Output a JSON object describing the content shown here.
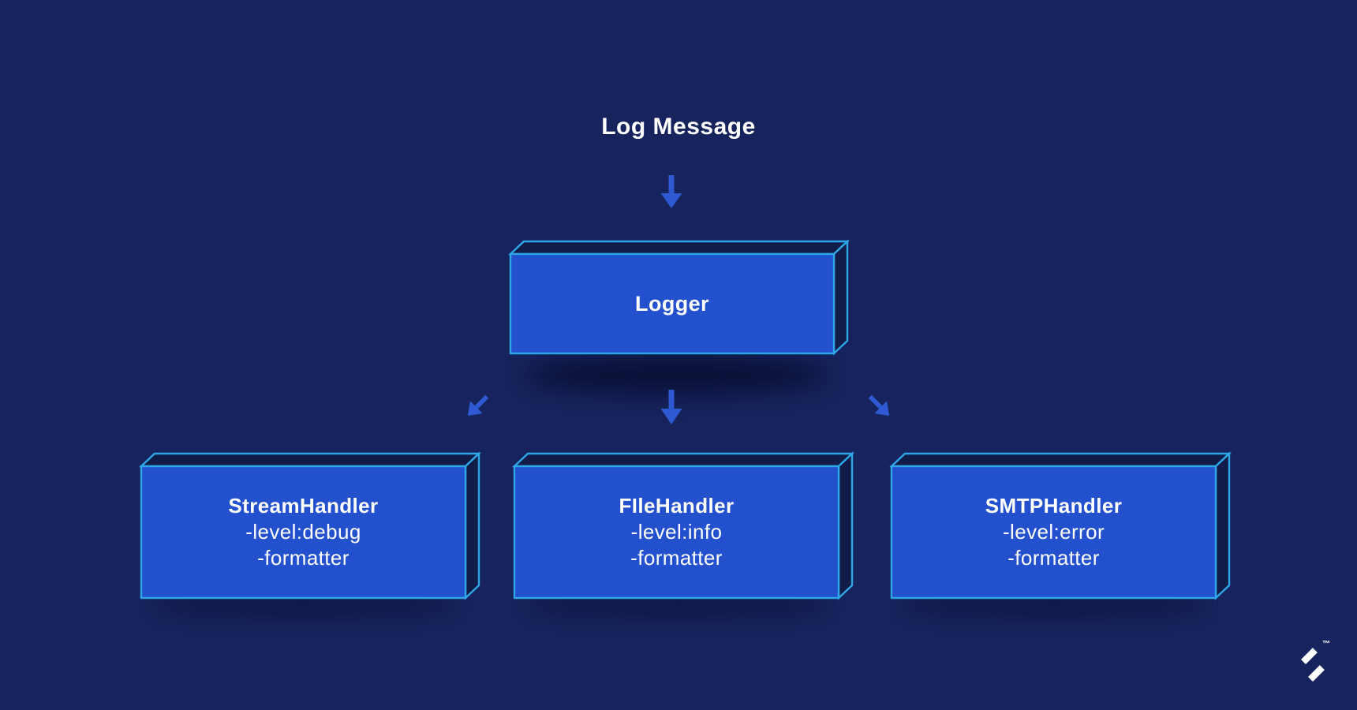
{
  "theme": {
    "background": "#16235C",
    "box_fill": "#2351CE",
    "box_outline": "#2EA7E8",
    "face_fill": "#111C49",
    "arrow_color": "#2D5AD2",
    "text_color": "#FFFFFF"
  },
  "diagram": {
    "title": "Log Message",
    "logger": {
      "label": "Logger"
    },
    "handlers": [
      {
        "name": "StreamHandler",
        "attributes": [
          "-level:debug",
          "-formatter"
        ]
      },
      {
        "name": "FIleHandler",
        "attributes": [
          "-level:info",
          "-formatter"
        ]
      },
      {
        "name": "SMTPHandler",
        "attributes": [
          "-level:error",
          "-formatter"
        ]
      }
    ],
    "branding": {
      "trademark": "™"
    }
  }
}
